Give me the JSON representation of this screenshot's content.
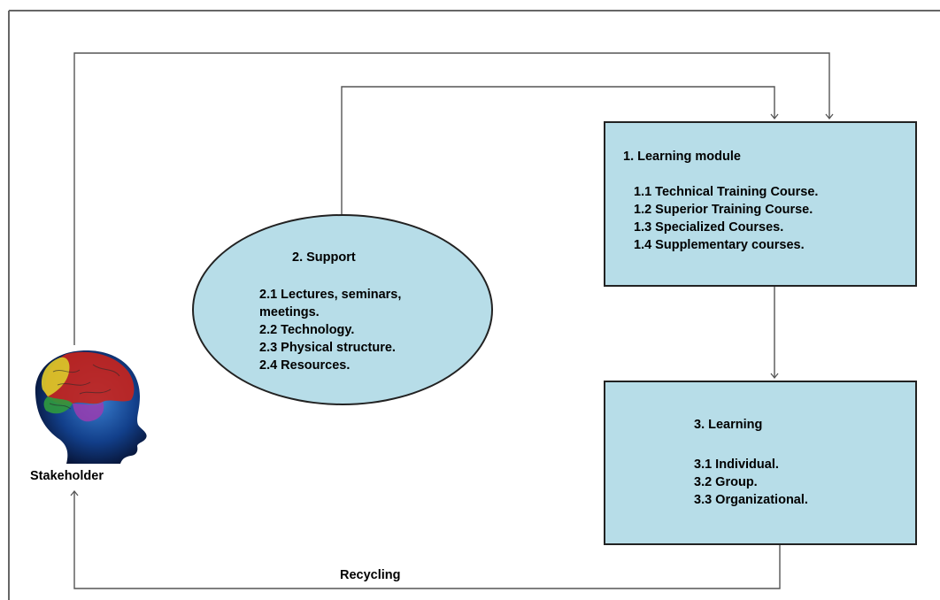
{
  "learning_module": {
    "title": "1. Learning module",
    "items": [
      "1.1 Technical Training Course.",
      "1.2 Superior Training Course.",
      "1.3 Specialized Courses.",
      "1.4 Supplementary courses."
    ]
  },
  "support": {
    "title": "2. Support",
    "items": [
      "2.1 Lectures, seminars,",
      "meetings.",
      "2.2 Technology.",
      "2.3 Physical structure.",
      "2.4 Resources."
    ]
  },
  "learning": {
    "title": "3. Learning",
    "items": [
      "3.1 Individual.",
      "3.2 Group.",
      "3.3 Organizational."
    ]
  },
  "stakeholder": {
    "label": "Stakeholder",
    "icon": "human-head-brain-icon"
  },
  "recycling": {
    "label": "Recycling"
  },
  "colors": {
    "node_fill": "#b7dde8",
    "node_border": "#222222",
    "connector": "#555555"
  }
}
